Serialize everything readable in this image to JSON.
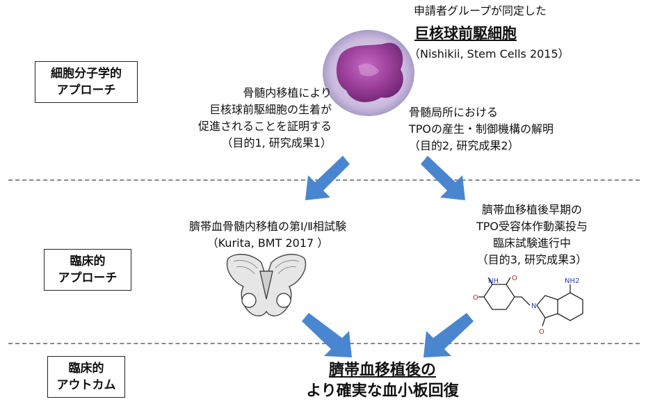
{
  "labels": {
    "cellular": [
      "細胞分子学的",
      "アプローチ"
    ],
    "clinical": [
      "臨床的",
      "アプローチ"
    ],
    "outcome": [
      "臨床的",
      "アウトカム"
    ]
  },
  "top_right": {
    "line1": "申請者グループが同定した",
    "title": "巨核球前駆細胞",
    "citation": "（Nishikii, Stem Cells 2015）"
  },
  "top_left_text": [
    "骨髄内移植により",
    "巨核球前駆細胞の生着が",
    "促進されることを証明する",
    "（目的1, 研究成果1）"
  ],
  "top_right_text": [
    "骨髄局所における",
    "TPOの産生・制御機構の解明",
    "（目的2, 研究成果2）"
  ],
  "mid_left_text": [
    "臍帯血骨髄内移植の第Ⅰ/Ⅱ相試験",
    "（Kurita, BMT 2017 ）"
  ],
  "mid_right_text": [
    "臍帯血移植後早期の",
    "TPO受容体作動薬投与",
    "臨床試験進行中",
    "（目的3, 研究成果3）"
  ],
  "molecule": {
    "nh": "NH",
    "o1": "O",
    "o2": "O",
    "o3": "O",
    "n": "N",
    "nh2": "NH2"
  },
  "outcome": {
    "line1": "臍帯血移植後の",
    "line2": "より確実な血小板回復"
  },
  "colors": {
    "arrow": "#4a86cf",
    "cell_outer": "#c9b9dd",
    "cell_inner": "#9b3f9a"
  }
}
